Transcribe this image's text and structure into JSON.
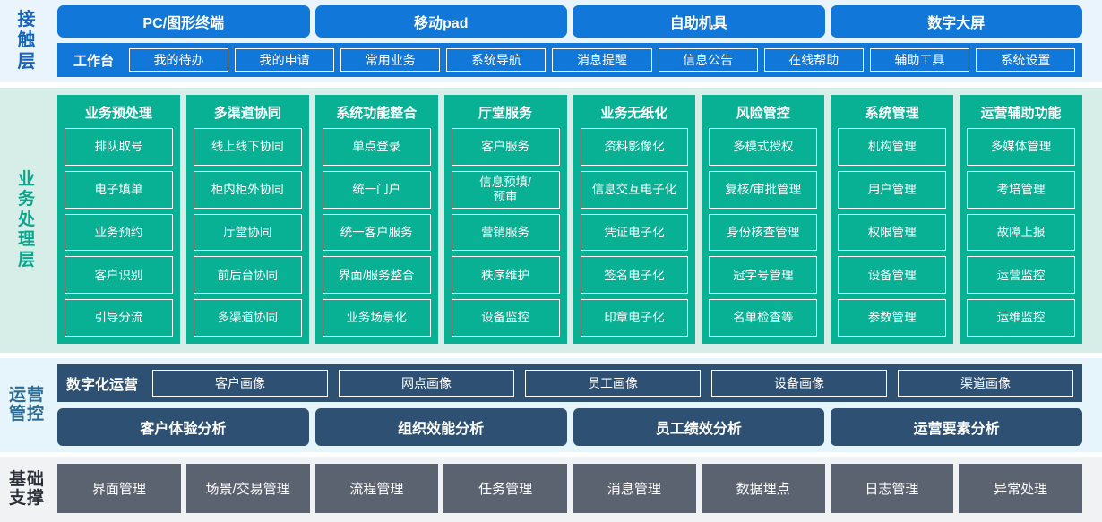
{
  "colors": {
    "contact_bg": "#eaf4fc",
    "contact_blue": "#1177d8",
    "business_bg": "#d6eee7",
    "business_teal": "#08b094",
    "ops_bg": "#e6f4fb",
    "ops_navy": "#2d5073",
    "base_bg": "#f1f2f4",
    "base_gray": "#5b6270"
  },
  "contact_layer": {
    "side_label": "接触层",
    "side_label_chars": [
      "接",
      "触",
      "层"
    ],
    "terminals": [
      {
        "label": "PC/图形终端"
      },
      {
        "label": "移动pad"
      },
      {
        "label": "自助机具"
      },
      {
        "label": "数字大屏"
      }
    ],
    "workbench_title": "工作台",
    "workbench_items": [
      {
        "label": "我的待办"
      },
      {
        "label": "我的申请"
      },
      {
        "label": "常用业务"
      },
      {
        "label": "系统导航"
      },
      {
        "label": "消息提醒"
      },
      {
        "label": "信息公告"
      },
      {
        "label": "在线帮助"
      },
      {
        "label": "辅助工具"
      },
      {
        "label": "系统设置"
      }
    ]
  },
  "business_layer": {
    "side_label": "业务处理层",
    "side_label_chars": [
      "业",
      "务",
      "处",
      "理",
      "层"
    ],
    "columns": [
      {
        "title": "业务预处理",
        "items": [
          "排队取号",
          "电子填单",
          "业务预约",
          "客户识别",
          "引导分流"
        ]
      },
      {
        "title": "多渠道协同",
        "items": [
          "线上线下协同",
          "柜内柜外协同",
          "厅堂协同",
          "前后台协同",
          "多渠道协同"
        ]
      },
      {
        "title": "系统功能整合",
        "items": [
          "单点登录",
          "统一门户",
          "统一客户服务",
          "界面/服务整合",
          "业务场景化"
        ]
      },
      {
        "title": "厅堂服务",
        "items": [
          "客户服务",
          "信息预填/\n预审",
          "营销服务",
          "秩序维护",
          "设备监控"
        ]
      },
      {
        "title": "业务无纸化",
        "items": [
          "资料影像化",
          "信息交互电子化",
          "凭证电子化",
          "签名电子化",
          "印章电子化"
        ]
      },
      {
        "title": "风险管控",
        "items": [
          "多模式授权",
          "复核/审批管理",
          "身份核查管理",
          "冠字号管理",
          "名单检查等"
        ]
      },
      {
        "title": "系统管理",
        "items": [
          "机构管理",
          "用户管理",
          "权限管理",
          "设备管理",
          "参数管理"
        ]
      },
      {
        "title": "运营辅助功能",
        "items": [
          "多媒体管理",
          "考培管理",
          "故障上报",
          "运营监控",
          "运维监控"
        ]
      }
    ]
  },
  "ops_layer": {
    "side_label": "运营管控",
    "side_label_chars": [
      "运",
      "营",
      "管",
      "控"
    ],
    "portrait_title": "数字化运营",
    "portraits": [
      {
        "label": "客户画像"
      },
      {
        "label": "网点画像"
      },
      {
        "label": "员工画像"
      },
      {
        "label": "设备画像"
      },
      {
        "label": "渠道画像"
      }
    ],
    "analyses": [
      {
        "label": "客户体验分析"
      },
      {
        "label": "组织效能分析"
      },
      {
        "label": "员工绩效分析"
      },
      {
        "label": "运营要素分析"
      }
    ]
  },
  "base_layer": {
    "side_label": "基础支撑",
    "side_label_chars": [
      "基",
      "础",
      "支",
      "撑"
    ],
    "items": [
      {
        "label": "界面管理"
      },
      {
        "label": "场景/交易管理"
      },
      {
        "label": "流程管理"
      },
      {
        "label": "任务管理"
      },
      {
        "label": "消息管理"
      },
      {
        "label": "数据埋点"
      },
      {
        "label": "日志管理"
      },
      {
        "label": "异常处理"
      }
    ]
  }
}
